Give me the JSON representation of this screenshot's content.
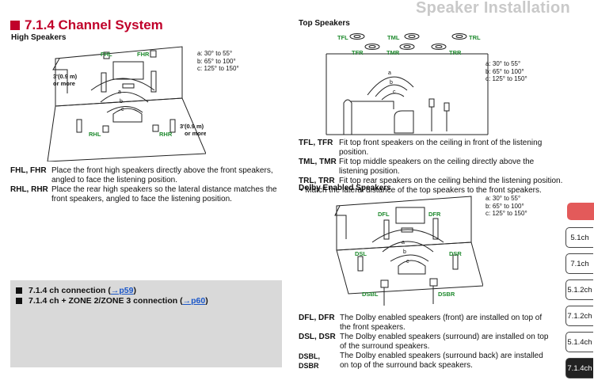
{
  "header": {
    "title": "Speaker Installation"
  },
  "section": {
    "title": "7.1.4 Channel System"
  },
  "high": {
    "subtitle": "High Speakers",
    "legend": [
      "a: 30° to 55°",
      "b: 65° to 100°",
      "c: 125° to 150°"
    ],
    "labels": {
      "fhl": "FHL",
      "fhr": "FHR",
      "rhl": "RHL",
      "rhr": "RHR",
      "dist1a": "3'(0.9 m)",
      "dist1b": "or more",
      "dist2a": "3'(0.9 m)",
      "dist2b": "or more",
      "a": "a",
      "b": "b",
      "c": "c"
    },
    "desc": [
      {
        "term": "FHL, FHR",
        "def": "Place the front high speakers directly above the front speakers, angled to face the listening position."
      },
      {
        "term": "RHL, RHR",
        "def": "Place the rear high speakers so the lateral distance matches the front speakers, angled to face the listening position."
      }
    ]
  },
  "top": {
    "subtitle": "Top Speakers",
    "legend": [
      "a: 30° to 55°",
      "b: 65° to 100°",
      "c: 125° to 150°"
    ],
    "labels": {
      "tfl": "TFL",
      "tml": "TML",
      "trl": "TRL",
      "tfr": "TFR",
      "tmr": "TMR",
      "trr": "TRR",
      "a": "a",
      "b": "b",
      "c": "c"
    },
    "desc": [
      {
        "term": "TFL, TFR",
        "def": "Fit top front speakers on the ceiling in front of the listening position."
      },
      {
        "term": "TML, TMR",
        "def": "Fit top middle speakers on the ceiling directly above the listening position."
      },
      {
        "term": "TRL, TRR",
        "def": "Fit top rear speakers on the ceiling behind the listening position."
      }
    ],
    "note": "• Match the lateral distance of the top speakers to the front speakers."
  },
  "dolby": {
    "subtitle": "Dolby Enabled Speakers",
    "legend": [
      "a: 30° to 55°",
      "b: 65° to 100°",
      "c: 125° to 150°"
    ],
    "labels": {
      "dfl": "DFL",
      "dfr": "DFR",
      "dsl": "DSL",
      "dsr": "DSR",
      "dsbl": "DSBL",
      "dsbr": "DSBR",
      "a": "a",
      "b": "b",
      "c": "c"
    },
    "desc": [
      {
        "term": "DFL, DFR",
        "def": "The Dolby enabled speakers (front) are installed on top of the front speakers."
      },
      {
        "term": "DSL, DSR",
        "def": "The Dolby enabled speakers (surround) are installed on top of the surround speakers."
      },
      {
        "term": "DSBL, DSBR",
        "def": "The Dolby enabled speakers (surround back) are installed on top of the surround back speakers."
      }
    ]
  },
  "connections": [
    {
      "text": "7.1.4 ch connection (",
      "link": "→p59",
      "close": ")"
    },
    {
      "text": "7.1.4 ch + ZONE 2/ZONE 3 connection (",
      "link": "→p60",
      "close": ")"
    }
  ],
  "tabs": [
    "5.1ch",
    "7.1ch",
    "5.1.2ch",
    "7.1.2ch",
    "5.1.4ch",
    "7.1.4ch"
  ],
  "active_tab": "7.1.4ch",
  "colors": {
    "accent": "#c0002a",
    "label_green": "#1f8a2e",
    "link": "#1a56c8",
    "gray_box": "#d9d9d9"
  }
}
